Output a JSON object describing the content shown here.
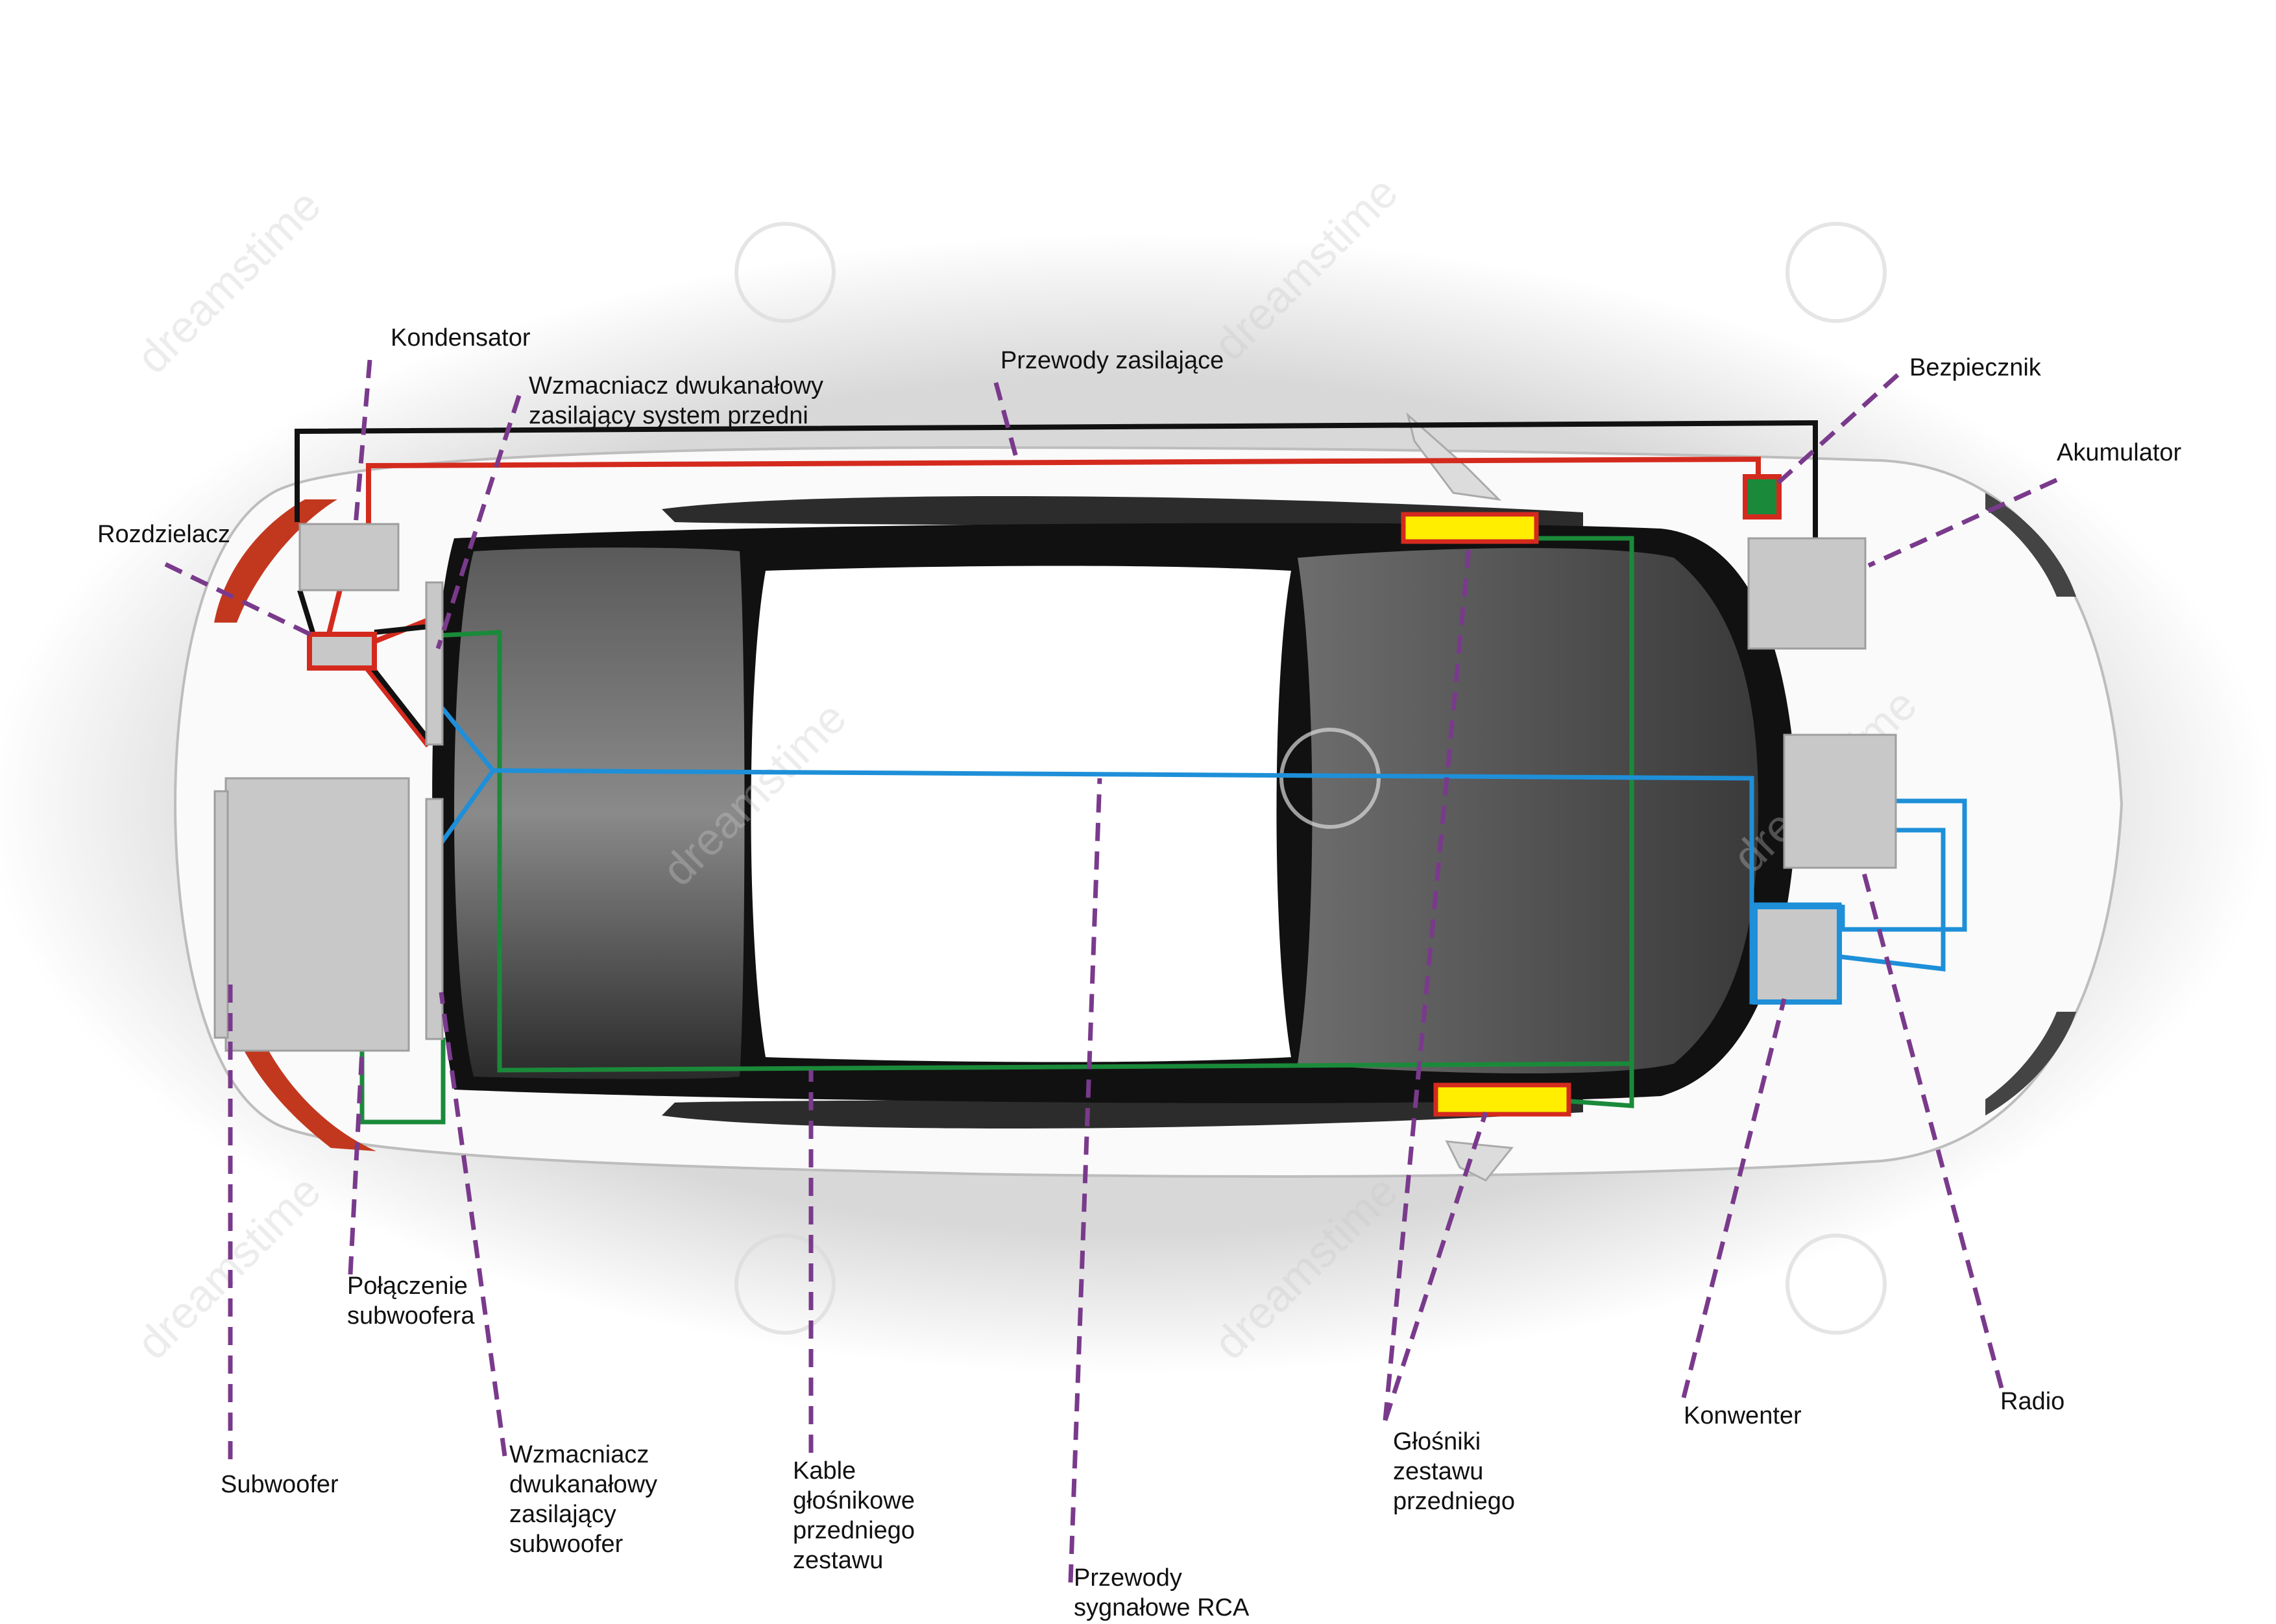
{
  "labels": {
    "kondensator": "Kondensator",
    "wzmacniacz_przedni": "Wzmacniacz dwukanałowy\nzasilający system przedni",
    "przewody_zasilajace": "Przewody zasilające",
    "bezpiecznik": "Bezpiecznik",
    "akumulator": "Akumulator",
    "rozdzielacz": "Rozdzielacz",
    "polaczenie_subwoofera": "Połączenie\nsubwoofera",
    "subwoofer": "Subwoofer",
    "wzmacniacz_subwoofer": "Wzmacniacz\ndwukanałowy\nzasilający\nsubwoofer",
    "kable_glosnikowe": "Kable\ngłośnikowe\nprzedniego\nzestawu",
    "przewody_rca": "Przewody\nsygnałowe RCA",
    "glosniki": "Głośniki\nzestawu\nprzedniego",
    "konwenter": "Konwenter",
    "radio": "Radio"
  },
  "watermark": "dreamstime",
  "colors": {
    "power_wire": "#d42a1e",
    "ground_wire": "#111111",
    "speaker_wire": "#1a8a3a",
    "rca_wire": "#1e8fd8",
    "leader": "#7a3a8c",
    "component_fill": "#c8c8c8",
    "speaker_fill": "#ffee00",
    "fuse_fill": "#1a8a3a"
  }
}
